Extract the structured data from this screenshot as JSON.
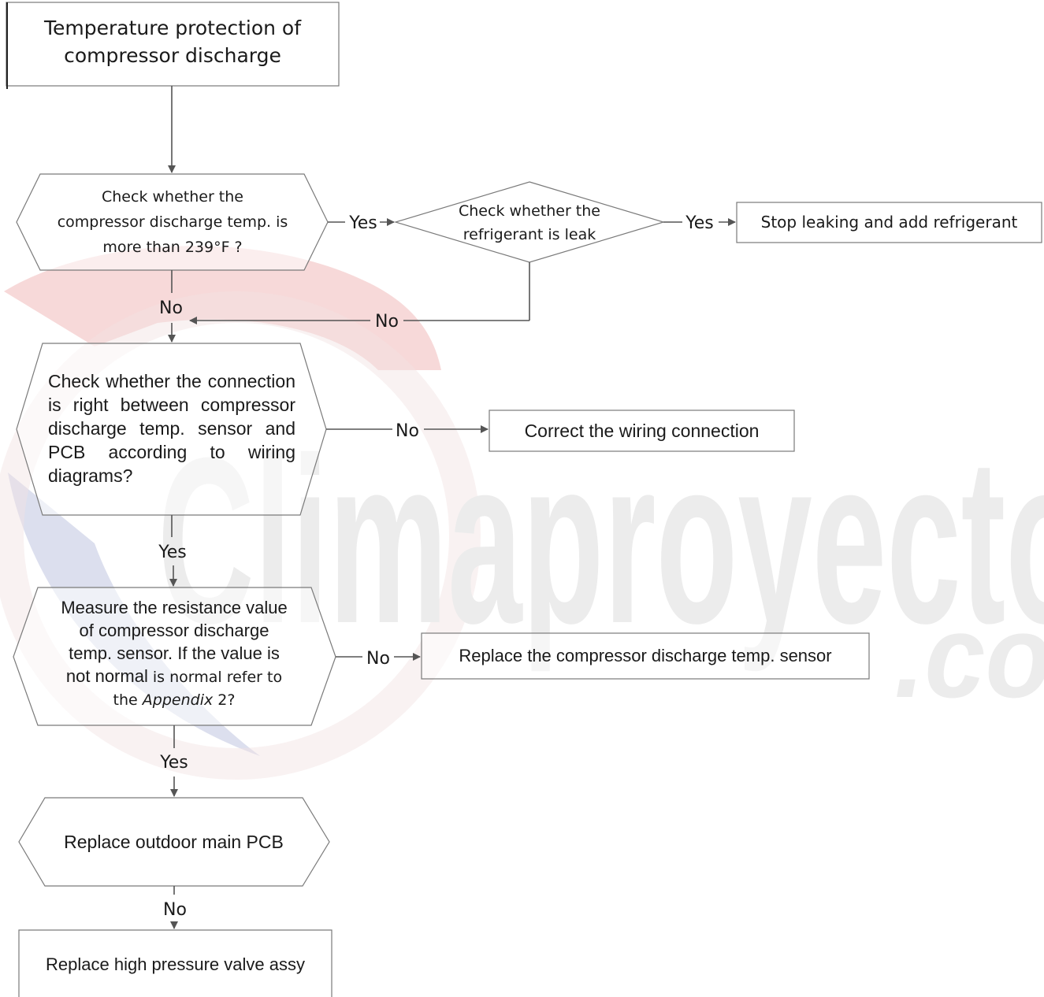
{
  "watermark": {
    "main": "Climaproyecto",
    "sub": ".co"
  },
  "nodes": {
    "start": "Temperature protection of compressor discharge",
    "check_temp": {
      "line1": "Check whether the",
      "line2": "compressor discharge temp. is",
      "line3": "more than 239°F ?"
    },
    "check_leak": {
      "line1": "Check whether the",
      "line2": "refrigerant is leak"
    },
    "stop_leak": "Stop leaking and add refrigerant",
    "check_connection": "Check whether the connection is right between compressor discharge temp. sensor and PCB according to wiring diagrams?",
    "correct_wiring": "Correct the wiring connection",
    "measure_resistance": {
      "line1": "Measure the resistance value",
      "line2": "of compressor discharge",
      "line3": "temp. sensor. If the value is",
      "line4a": "not normal",
      "line4b": " is normal refer to",
      "line5a": "the ",
      "line5b": "Appendix",
      "line5c": " 2?"
    },
    "replace_sensor": "Replace the compressor discharge temp. sensor",
    "replace_pcb": "Replace outdoor main PCB",
    "replace_valve": "Replace high pressure valve assy"
  },
  "edge_labels": {
    "temp_yes": "Yes",
    "leak_yes": "Yes",
    "temp_no": "No",
    "leak_no": "No",
    "connection_no": "No",
    "connection_yes": "Yes",
    "resistance_no": "No",
    "resistance_yes": "Yes",
    "pcb_no": "No"
  },
  "colors": {
    "stroke": "#7a7a7a",
    "arrow": "#555555",
    "text": "#1a1a1a",
    "watermark_red": "#f6d2d2",
    "watermark_blue": "#d8dcec",
    "watermark_gray": "#ececec"
  }
}
